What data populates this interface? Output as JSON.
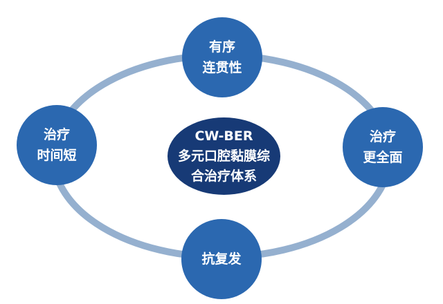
{
  "colors": {
    "ring": "#95b0cf",
    "node": "#2b68b0",
    "center": "#173a76"
  },
  "center": {
    "line1": "CW-BER",
    "line2": "多元口腔黏膜综",
    "line3": "合治疗体系"
  },
  "nodes": {
    "top": {
      "line1": "有序",
      "line2": "连贯性"
    },
    "left": {
      "line1": "治疗",
      "line2": "时间短"
    },
    "right": {
      "line1": "治疗",
      "line2": "更全面"
    },
    "bottom": {
      "line1": "抗复发"
    }
  }
}
